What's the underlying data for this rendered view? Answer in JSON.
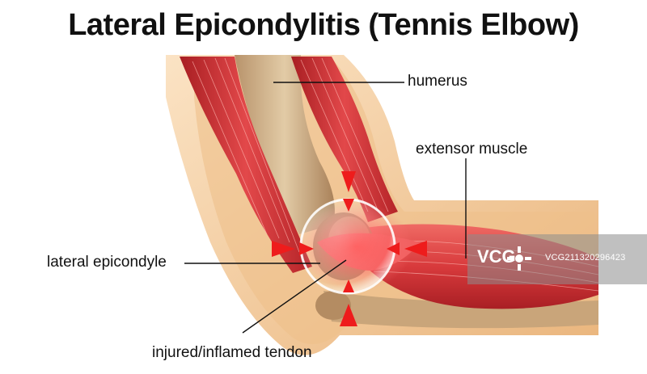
{
  "title": "Lateral Epicondylitis (Tennis Elbow)",
  "labels": {
    "humerus": "humerus",
    "extensor_muscle": "extensor muscle",
    "lateral_epicondyle": "lateral epicondyle",
    "injured_tendon": "injured/inflamed tendon"
  },
  "watermark": {
    "logo": "VCG",
    "id": "VCG211320296423"
  },
  "colors": {
    "skin": "#f2c48e",
    "bone": "#c9a57a",
    "muscle": "#d73a3a",
    "inflammation": "#ff2a2a",
    "arrow": "#ee1c1c"
  }
}
